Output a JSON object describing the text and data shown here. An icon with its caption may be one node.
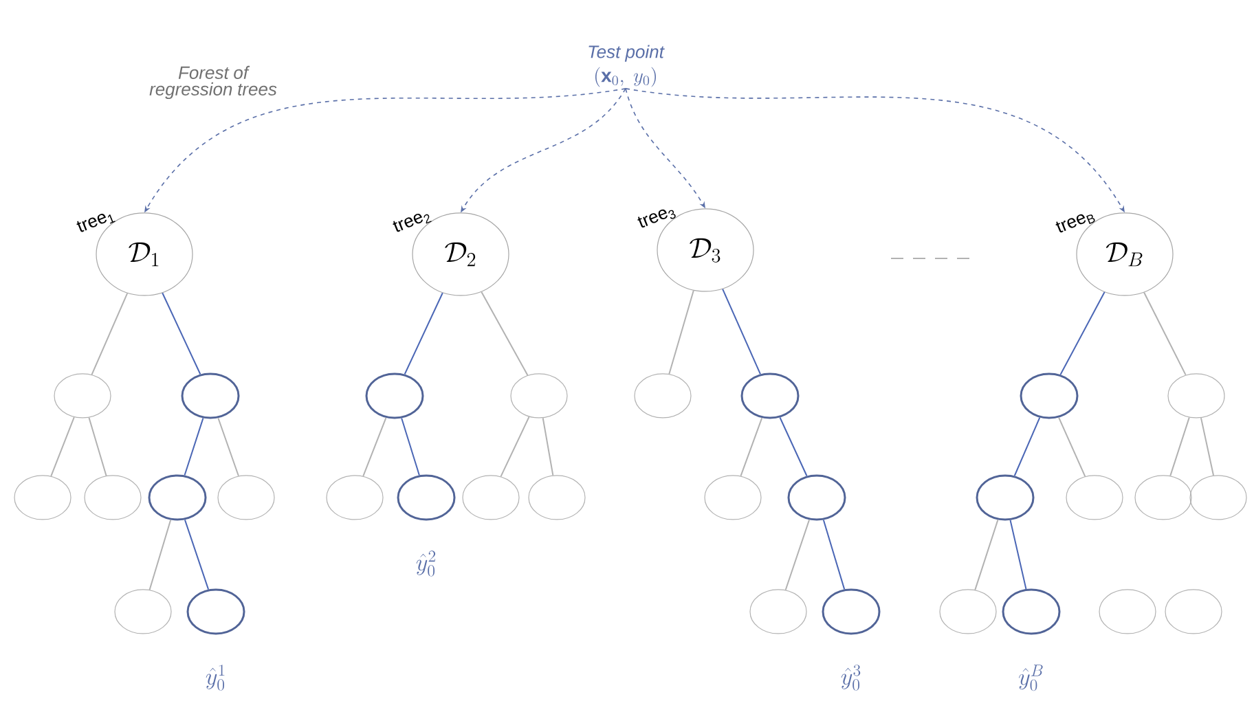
{
  "diagram": {
    "nodes": [
      {
        "text": [
          "Test point",
          "(\\mathbf{x}_0,\\ y_0)"
        ]
      },
      {
        "text": [
          "\\mathcal{D}_1"
        ],
        "beside": [
          "tree$_{1}$"
        ]
      },
      {
        "text": [],
        "shape": "circle"
      },
      {
        "text": [],
        "shape": "circle"
      },
      {
        "text": [],
        "shape": "circle"
      },
      {
        "text": [],
        "shape": "circle"
      },
      {
        "text": [],
        "shape": "circle"
      },
      {
        "text": [],
        "shape": "circle"
      },
      {
        "text": [],
        "shape": "circle"
      },
      {
        "text": [],
        "shape": "circle",
        "beside": [
          "\\hat{y}_0^{1}"
        ]
      },
      {
        "text": [
          "\\mathcal{D}_2"
        ],
        "beside": [
          "tree$_{2}$"
        ]
      },
      {
        "text": [],
        "shape": "circle"
      },
      {
        "text": [],
        "shape": "circle"
      },
      {
        "text": [],
        "shape": "circle"
      },
      {
        "text": [],
        "shape": "circle",
        "beside": [
          "\\hat{y}_0^{2}"
        ]
      },
      {
        "text": [],
        "shape": "circle"
      },
      {
        "text": [],
        "shape": "circle"
      },
      {
        "text": [
          "\\mathcal{D}_3"
        ],
        "beside": [
          "tree$_{3}$"
        ]
      },
      {
        "text": [],
        "shape": "circle"
      },
      {
        "text": [],
        "shape": "circle"
      },
      {
        "text": [],
        "shape": "circle"
      },
      {
        "text": [],
        "shape": "circle"
      },
      {
        "text": [],
        "shape": "circle"
      },
      {
        "text": [],
        "shape": "circle",
        "beside": [
          "\\hat{y}_0^{3}"
        ]
      },
      {
        "text": [
          "\\mathcal{D}_B"
        ],
        "beside": [
          "tree$_{B}$"
        ]
      },
      {
        "text": [],
        "shape": "circle"
      },
      {
        "text": [],
        "shape": "circle"
      },
      {
        "text": [],
        "shape": "circle"
      },
      {
        "text": [],
        "shape": "circle"
      },
      {
        "text": [],
        "shape": "circle"
      },
      {
        "text": [],
        "shape": "circle"
      },
      {
        "text": [],
        "shape": "circle"
      },
      {
        "text": [],
        "shape": "circle",
        "beside": [
          "\\hat{y}_0^{B}"
        ]
      },
      {
        "text": [],
        "shape": "circle"
      },
      {
        "text": [],
        "shape": "circle"
      }
    ],
    "edges": [
      {
        "from": 0,
        "to": 1,
        "arrow": "to",
        "style": "dashed",
        "color": "#5a6fa8"
      },
      {
        "from": 0,
        "to": 10,
        "arrow": "to",
        "style": "dashed",
        "color": "#5a6fa8"
      },
      {
        "from": 0,
        "to": 17,
        "arrow": "to",
        "style": "dashed",
        "color": "#5a6fa8"
      },
      {
        "from": 0,
        "to": 24,
        "arrow": "to",
        "style": "dashed",
        "color": "#5a6fa8"
      },
      {
        "from": 1,
        "to": 2,
        "arrow": "none"
      },
      {
        "from": 1,
        "to": 3,
        "arrow": "none",
        "color": "#4a66b5"
      },
      {
        "from": 2,
        "to": 4,
        "arrow": "none"
      },
      {
        "from": 2,
        "to": 5,
        "arrow": "none"
      },
      {
        "from": 3,
        "to": 6,
        "arrow": "none",
        "color": "#4a66b5"
      },
      {
        "from": 3,
        "to": 7,
        "arrow": "none"
      },
      {
        "from": 6,
        "to": 8,
        "arrow": "none"
      },
      {
        "from": 6,
        "to": 9,
        "arrow": "none",
        "color": "#4a66b5"
      },
      {
        "from": 10,
        "to": 11,
        "arrow": "none",
        "color": "#4a66b5"
      },
      {
        "from": 10,
        "to": 12,
        "arrow": "none"
      },
      {
        "from": 11,
        "to": 13,
        "arrow": "none"
      },
      {
        "from": 11,
        "to": 14,
        "arrow": "none",
        "color": "#4a66b5"
      },
      {
        "from": 12,
        "to": 15,
        "arrow": "none"
      },
      {
        "from": 12,
        "to": 16,
        "arrow": "none"
      },
      {
        "from": 17,
        "to": 18,
        "arrow": "none"
      },
      {
        "from": 17,
        "to": 19,
        "arrow": "none",
        "color": "#4a66b5"
      },
      {
        "from": 19,
        "to": 20,
        "arrow": "none"
      },
      {
        "from": 19,
        "to": 21,
        "arrow": "none",
        "color": "#4a66b5"
      },
      {
        "from": 21,
        "to": 22,
        "arrow": "none"
      },
      {
        "from": 21,
        "to": 23,
        "arrow": "none",
        "color": "#4a66b5"
      },
      {
        "from": 24,
        "to": 25,
        "arrow": "none",
        "color": "#4a66b5"
      },
      {
        "from": 24,
        "to": 26,
        "arrow": "none"
      },
      {
        "from": 25,
        "to": 27,
        "arrow": "none",
        "color": "#4a66b5"
      },
      {
        "from": 25,
        "to": 28,
        "arrow": "none"
      },
      {
        "from": 26,
        "to": 29,
        "arrow": "none"
      },
      {
        "from": 26,
        "to": 30,
        "arrow": "none"
      },
      {
        "from": 27,
        "to": 31,
        "arrow": "none"
      },
      {
        "from": 27,
        "to": 32,
        "arrow": "none",
        "color": "#4a66b5"
      }
    ],
    "labels": [
      "Forest of regression trees"
    ]
  }
}
